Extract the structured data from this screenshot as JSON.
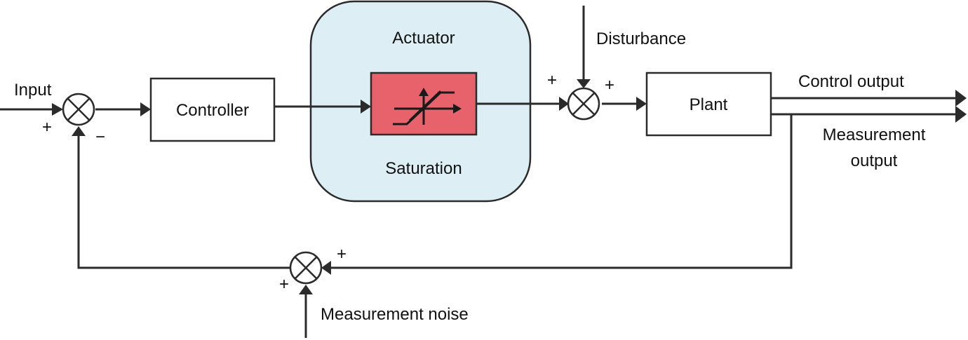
{
  "colors": {
    "line": "#2b2b2b",
    "actuator_fill": "#ddeef5",
    "saturation_fill": "#e8626b"
  },
  "blocks": {
    "controller": "Controller",
    "actuator": "Actuator",
    "saturation": "Saturation",
    "plant": "Plant"
  },
  "signals": {
    "input": "Input",
    "disturbance": "Disturbance",
    "control_output": "Control output",
    "measurement_output_line1": "Measurement",
    "measurement_output_line2": "output",
    "measurement_noise": "Measurement noise"
  },
  "signs": {
    "sum1_input": "+",
    "sum1_feedback": "−",
    "sum2_actuator": "+",
    "sum2_disturbance": "+",
    "sum3_feedback": "+",
    "sum3_noise": "+"
  },
  "icons": {
    "summing_junction": "circle-cross",
    "saturation_symbol": "saturation-curve"
  }
}
